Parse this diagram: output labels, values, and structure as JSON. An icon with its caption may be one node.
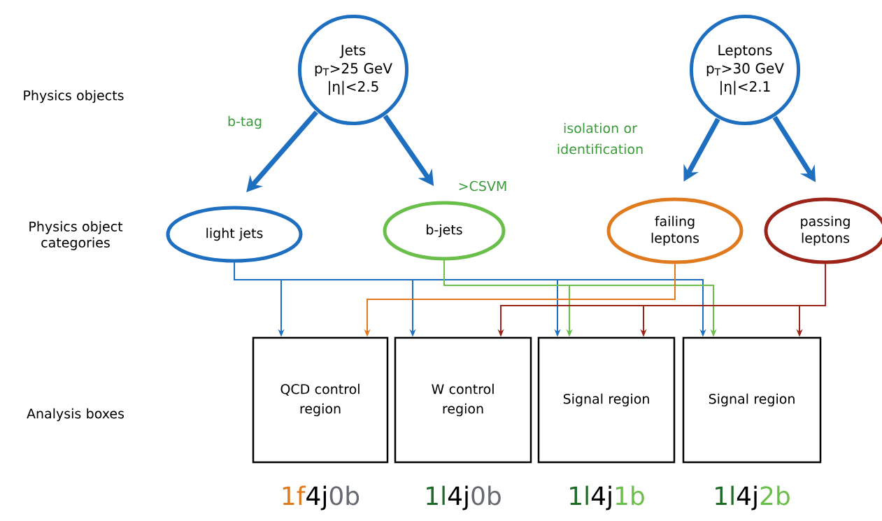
{
  "diagram": {
    "nodes": [
      {
        "text": [
          "Jets",
          "p$_{T}$>25 GeV",
          "|η|<2.5"
        ]
      },
      {
        "text": [
          "Leptons",
          "p$_{T}$>30 GeV",
          "|η|<2.1"
        ]
      },
      {
        "text": [
          "light jets"
        ]
      },
      {
        "text": [
          "b-jets"
        ]
      },
      {
        "text": [
          "failing leptons"
        ]
      },
      {
        "text": [
          "passing leptons"
        ]
      },
      {
        "text": [
          "QCD control region"
        ],
        "beside": [
          "1f",
          "4j",
          "0b"
        ]
      },
      {
        "text": [
          "W control region"
        ],
        "beside": [
          "1l",
          "4j",
          "0b"
        ]
      },
      {
        "text": [
          "Signal region"
        ],
        "beside": [
          "1l",
          "4j",
          "1b"
        ]
      },
      {
        "text": [
          "Signal region"
        ],
        "beside": [
          "1l",
          "4j",
          "2b"
        ]
      }
    ],
    "edges": [
      {
        "from": 0,
        "to": 2,
        "arrow": "to",
        "style": "thick",
        "color": "#1f6fc0"
      },
      {
        "from": 0,
        "to": 3,
        "arrow": "to",
        "style": "thick",
        "color": "#1f6fc0",
        "label": ">CSVM"
      },
      {
        "from": 1,
        "to": 4,
        "arrow": "to",
        "style": "thick",
        "color": "#1f6fc0",
        "label": "isolation or identification"
      },
      {
        "from": 1,
        "to": 5,
        "arrow": "to",
        "style": "thick",
        "color": "#1f6fc0"
      },
      {
        "from": 2,
        "to": 6,
        "arrow": "to",
        "color": "#1f6fc0"
      },
      {
        "from": 2,
        "to": 7,
        "arrow": "to",
        "color": "#1f6fc0"
      },
      {
        "from": 2,
        "to": 8,
        "arrow": "to",
        "color": "#1f6fc0"
      },
      {
        "from": 2,
        "to": 9,
        "arrow": "to",
        "color": "#1f6fc0"
      },
      {
        "from": 3,
        "to": 8,
        "arrow": "to",
        "color": "#6abf4b"
      },
      {
        "from": 3,
        "to": 9,
        "arrow": "to",
        "color": "#6abf4b"
      },
      {
        "from": 4,
        "to": 6,
        "arrow": "to",
        "color": "#e07a1f"
      },
      {
        "from": 5,
        "to": 7,
        "arrow": "to",
        "color": "#9b2318"
      },
      {
        "from": 5,
        "to": 8,
        "arrow": "to",
        "color": "#9b2318"
      },
      {
        "from": 5,
        "to": 9,
        "arrow": "to",
        "color": "#9b2318"
      }
    ],
    "labels": [
      "Physics objects",
      "b-tag",
      "Physics object categories",
      "Analysis boxes"
    ]
  }
}
